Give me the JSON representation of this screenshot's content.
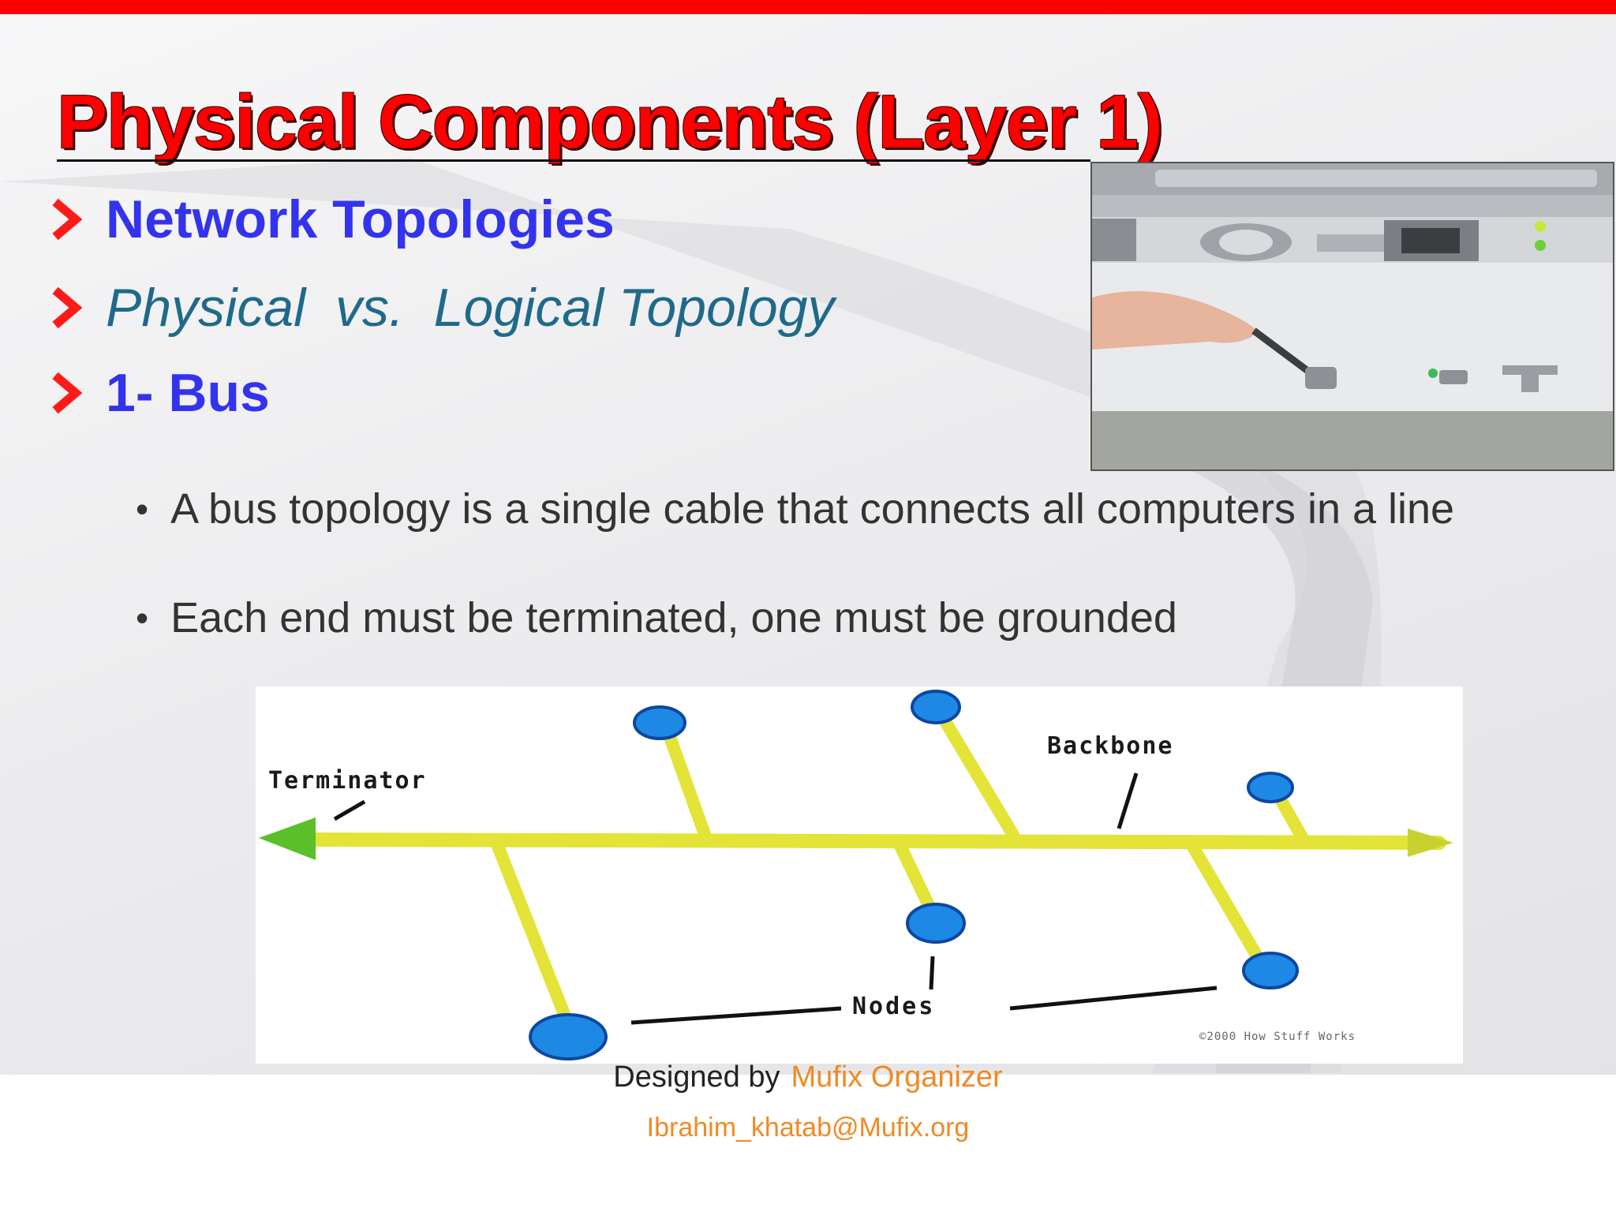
{
  "slide": {
    "title": "Physical Components (Layer 1)",
    "bullets": [
      {
        "text": "Network Topologies",
        "style": "bold-blue",
        "icon": "chevron-right-icon"
      },
      {
        "text": "Physical  vs.  Logical Topology",
        "style": "italic-teal",
        "icon": "chevron-right-icon"
      },
      {
        "text": "1- Bus",
        "style": "bold-blue",
        "icon": "chevron-right-icon"
      }
    ],
    "sub_bullets": [
      "A bus topology is a single cable that connects all computers in a line",
      "Each end must be terminated, one must be grounded"
    ],
    "photo": {
      "alt": "coaxial-bnc-connector-photo"
    },
    "diagram": {
      "labels": {
        "terminator": "Terminator",
        "backbone": "Backbone",
        "nodes": "Nodes",
        "copyright": "©2000 How Stuff Works"
      }
    },
    "footer": {
      "designed_by": "Designed by",
      "organizer": "Mufix Organizer",
      "email": "Ibrahim_khatab@Mufix.org"
    }
  },
  "colors": {
    "accent_red": "#ff0000",
    "bullet_blue": "#3333ee",
    "bullet_teal": "#1f6a8a",
    "footer_orange": "#f08a24",
    "bus_yellow": "#e8e83a",
    "node_blue": "#1e88e5",
    "terminator_green": "#5bbf2a"
  }
}
